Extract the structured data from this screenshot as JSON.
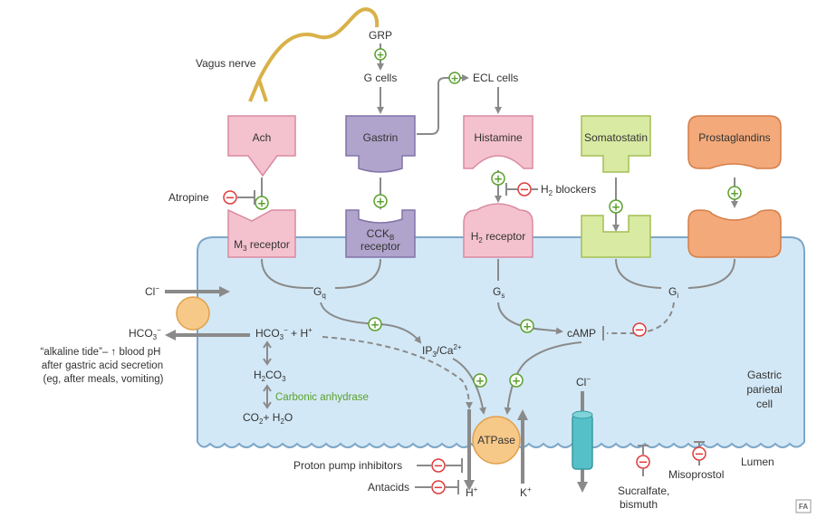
{
  "labels": {
    "vagus_nerve": "Vagus nerve",
    "grp": "GRP",
    "g_cells": "G cells",
    "ecl_cells": "ECL cells",
    "ach": "Ach",
    "gastrin": "Gastrin",
    "histamine": "Histamine",
    "somatostatin": "Somatostatin",
    "prostaglandins": "Prostaglandins",
    "atropine": "Atropine",
    "h2_blockers_main": "H",
    "h2_blockers_sub": "2",
    "h2_blockers_rest": " blockers",
    "m3_main": "M",
    "m3_sub": "3",
    "m3_rest": " receptor",
    "cck_main": "CCK",
    "cck_sub": "B",
    "cck_line2": "receptor",
    "h2r_main": "H",
    "h2r_sub": "2",
    "h2r_rest": " receptor",
    "cl_left": "Cl",
    "cl_left_sup": "−",
    "gq_main": "G",
    "gq_sub": "q",
    "gs_main": "G",
    "gs_sub": "s",
    "gi_main": "G",
    "gi_sub": "i",
    "hco3_out_main": "HCO",
    "hco3_out_sub": "3",
    "hco3_out_sup": "−",
    "hco3_in_main": "HCO",
    "hco3_in_sub": "3",
    "hco3_in_sup": "−",
    "plus_h": " + H",
    "plus_h_sup": "+",
    "alkaline_line1": "“alkaline tide”– ↑ blood pH",
    "alkaline_line2": "after gastric acid secretion",
    "alkaline_line3": "(eg, after meals, vomiting)",
    "h2co3_a": "H",
    "h2co3_b": "2",
    "h2co3_c": "CO",
    "h2co3_d": "3",
    "carbonic_anhydrase": "Carbonic anhydrase",
    "co2_a": "CO",
    "co2_b": "2",
    "co2_c": "+ H",
    "co2_d": "2",
    "co2_e": "O",
    "ip3_a": "IP",
    "ip3_b": "3",
    "ip3_c": "/Ca",
    "ip3_d": "2+",
    "camp": "cAMP",
    "atpase": "ATPase",
    "cl_right": "Cl",
    "cl_right_sup": "−",
    "gastric_line1": "Gastric",
    "gastric_line2": "parietal",
    "gastric_line3": "cell",
    "lumen": "Lumen",
    "ppi": "Proton pump inhibitors",
    "antacids": "Antacids",
    "h_out": "H",
    "h_out_sup": "+",
    "k_in": "K",
    "k_in_sup": "+",
    "sucralfate_line1": "Sucralfate,",
    "sucralfate_line2": "bismuth",
    "misoprostol": "Misoprostol",
    "logo": "FA",
    "plus": "+",
    "minus": "−"
  },
  "colors": {
    "cell_fill": "#d3e8f6",
    "cell_stroke": "#7da7c8",
    "pink": "#f4c2cf",
    "pink_stroke": "#d98aa0",
    "purple": "#b0a4cc",
    "purple_stroke": "#8273a8",
    "green_receptor": "#d9eaa3",
    "green_receptor_stroke": "#a4bf54",
    "orange": "#f3a97a",
    "orange_stroke": "#d57d48",
    "nerve": "#d9b148",
    "stimulate": "#5aa02c",
    "inhibit": "#e03b3b",
    "atpase_fill": "#f7c988",
    "atpase_stroke": "#e0a04c",
    "cl_channel": "#55c0c8",
    "arrow": "#8a8a8a"
  }
}
